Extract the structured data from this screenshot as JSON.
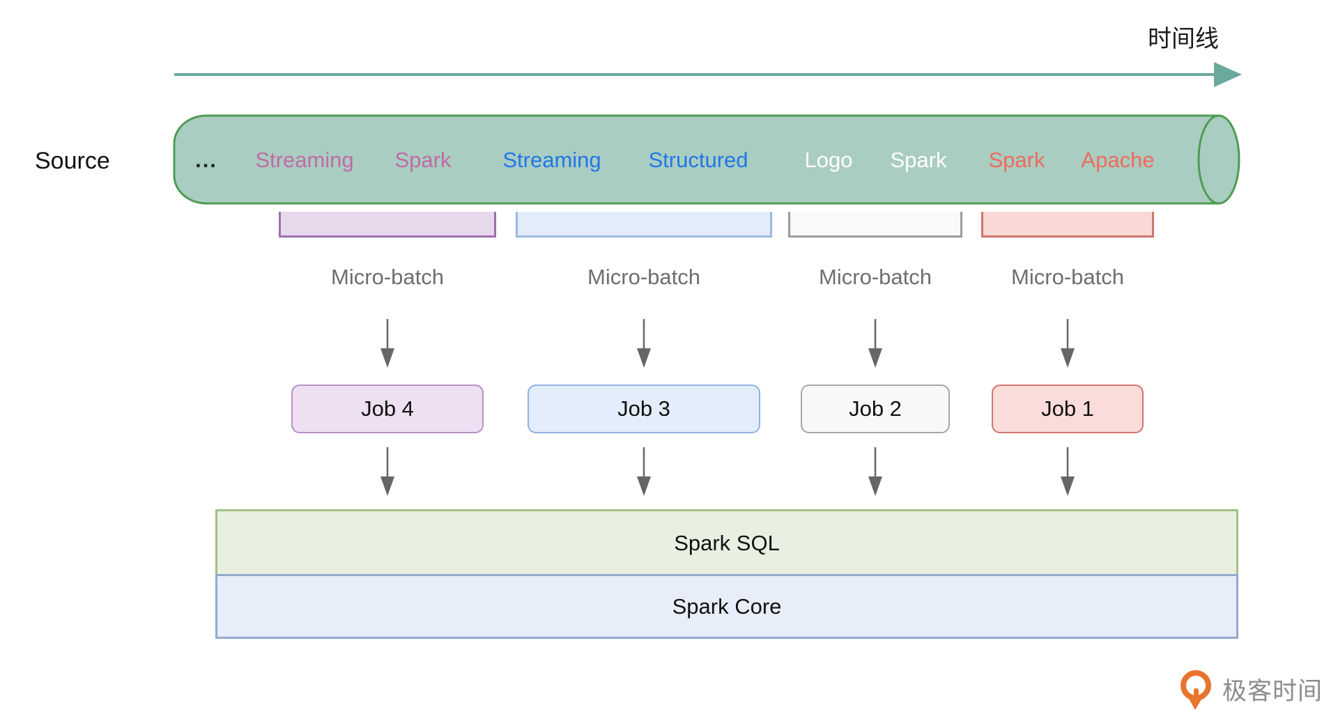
{
  "timeline": {
    "label": "时间线"
  },
  "source": {
    "label": "Source"
  },
  "cylinder": {
    "words": [
      {
        "label": "...",
        "color": "#222222"
      },
      {
        "label": "Streaming",
        "color": "#C06BA8"
      },
      {
        "label": "Spark",
        "color": "#C06BA8"
      },
      {
        "label": "Streaming",
        "color": "#2276E8"
      },
      {
        "label": "Structured",
        "color": "#2276E8"
      },
      {
        "label": "Logo",
        "color": "#FFFFFF"
      },
      {
        "label": "Spark",
        "color": "#FFFFFF"
      },
      {
        "label": "Spark",
        "color": "#EF6A5F"
      },
      {
        "label": "Apache",
        "color": "#EF6A5F"
      }
    ]
  },
  "columns": [
    {
      "micro_batch_label": "Micro-batch",
      "job_label": "Job 4"
    },
    {
      "micro_batch_label": "Micro-batch",
      "job_label": "Job 3"
    },
    {
      "micro_batch_label": "Micro-batch",
      "job_label": "Job 2"
    },
    {
      "micro_batch_label": "Micro-batch",
      "job_label": "Job 1"
    }
  ],
  "layers": [
    {
      "label": "Spark SQL"
    },
    {
      "label": "Spark Core"
    }
  ],
  "footer": {
    "brand_name": "极客时间"
  },
  "colors": {
    "teal-line": "#6BA99C",
    "cyl-fill": "#A9CDC1",
    "cyl-border": "#4F9B52",
    "batch1-fill": "#E7D8EC",
    "batch1-border": "#9C6FAE",
    "batch2-fill": "#E3EDFA",
    "batch2-border": "#9DB9DD",
    "batch3-fill": "#F9F9F9",
    "batch3-border": "#9B9B9B",
    "batch4-fill": "#F9D8D6",
    "batch4-border": "#CF756C",
    "job1-fill": "#EEE0F2",
    "job1-border": "#B78FC6",
    "job2-fill": "#E3EDFB",
    "job2-border": "#8FB3E2",
    "job3-fill": "#F8F8F8",
    "job3-border": "#A6A6A6",
    "job4-fill": "#FADCDA",
    "job4-border": "#D3766D",
    "arrow-gray": "#666666",
    "micro-label": "#6E6E6E",
    "sql-fill": "#E8F0E1",
    "sql-border": "#A3C083",
    "core-fill": "#E7EDF9",
    "core-border": "#94A9CE",
    "brand-orange": "#E8742D",
    "brand-text": "#8C8C8C"
  }
}
